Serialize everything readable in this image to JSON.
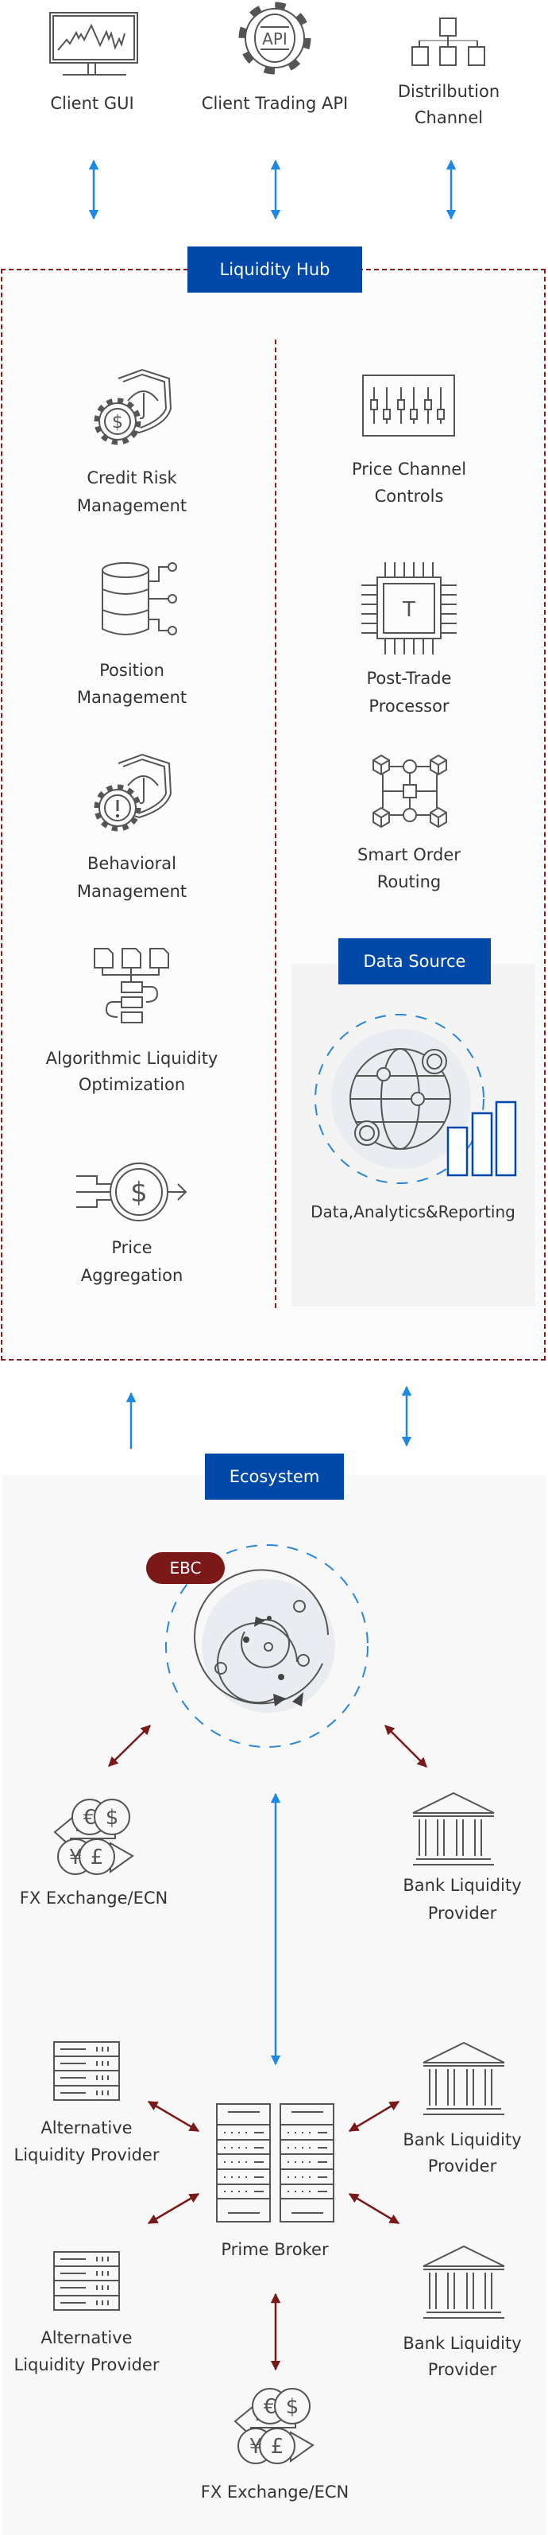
{
  "top_channels": [
    {
      "label": "Client GUI",
      "icon": "monitor-chart-icon"
    },
    {
      "label": "Client Trading API",
      "icon": "api-gear-icon",
      "icon_text": "API"
    },
    {
      "label_lines": [
        "Distrilbution",
        "Channel"
      ],
      "icon": "hierarchy-icon"
    }
  ],
  "liquidity_hub": {
    "title": "Liquidity Hub",
    "left": [
      {
        "lines": [
          "Credit Risk",
          "Management"
        ],
        "icon": "credit-risk-icon"
      },
      {
        "lines": [
          "Position",
          "Management"
        ],
        "icon": "database-icon"
      },
      {
        "lines": [
          "Behavioral",
          "Management"
        ],
        "icon": "behavioral-icon"
      },
      {
        "lines": [
          "Algorithmic Liquidity",
          "Optimization"
        ],
        "icon": "algorithm-flow-icon"
      },
      {
        "lines": [
          "Price",
          "Aggregation"
        ],
        "icon": "price-aggregation-icon"
      }
    ],
    "right": [
      {
        "lines": [
          "Price Channel",
          "Controls"
        ],
        "icon": "sliders-icon"
      },
      {
        "lines": [
          "Post-Trade",
          "Processor"
        ],
        "icon": "chip-icon",
        "icon_text": "T"
      },
      {
        "lines": [
          "Smart Order",
          "Routing"
        ],
        "icon": "routing-network-icon"
      }
    ],
    "data_source": {
      "title": "Data Source",
      "label": "Data,Analytics&Reporting",
      "icon": "globe-analytics-icon"
    }
  },
  "ecosystem": {
    "title": "Ecosystem",
    "ebc": "EBC",
    "nodes": {
      "fx_top": "FX Exchange/ECN",
      "bank_top": [
        "Bank Liquidity",
        "Provider"
      ],
      "alt_1": [
        "Alternative",
        "Liquidity Provider"
      ],
      "alt_2": [
        "Alternative",
        "Liquidity Provider"
      ],
      "bank_right_1": [
        "Bank Liquidity",
        "Provider"
      ],
      "bank_right_2": [
        "Bank Liquidity",
        "Provider"
      ],
      "prime_broker": "Prime Broker",
      "fx_bottom": "FX Exchange/ECN"
    },
    "currency_symbols": [
      "€",
      "$",
      "¥",
      "£"
    ]
  },
  "colors": {
    "badge": "#0049a8",
    "blue_arrow": "#1e88e5",
    "red_arrow": "#7b1818",
    "hub_border": "#8b1a1a"
  }
}
